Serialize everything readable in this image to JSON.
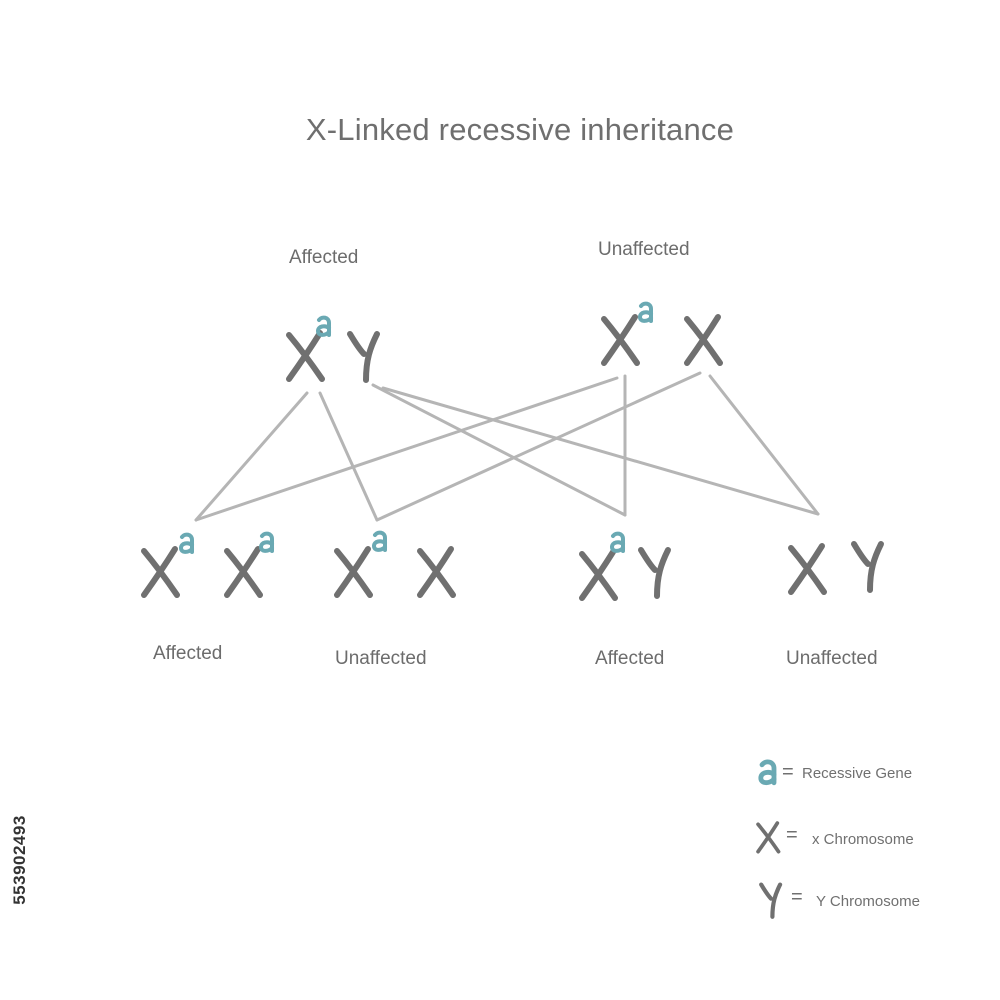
{
  "title": "X-Linked recessive inheritance",
  "parents": [
    {
      "status": "Affected",
      "genotype": [
        "X",
        "a",
        "Y"
      ]
    },
    {
      "status": "Unaffected",
      "genotype": [
        "X",
        "a",
        "X"
      ]
    }
  ],
  "children": [
    {
      "status": "Affected"
    },
    {
      "status": "Unaffected"
    },
    {
      "status": "Affected"
    },
    {
      "status": "Unaffected"
    }
  ],
  "legend": {
    "recessive_gene": "Recessive Gene",
    "x_chromosome": "x Chromosome",
    "y_chromosome": "Y Chromosome",
    "equals": "="
  },
  "stock_id": "553902493",
  "colors": {
    "chromosome": "#707070",
    "gene": "#6aa9b3",
    "link": "#b5b5b5",
    "text": "#6c6c6c"
  }
}
